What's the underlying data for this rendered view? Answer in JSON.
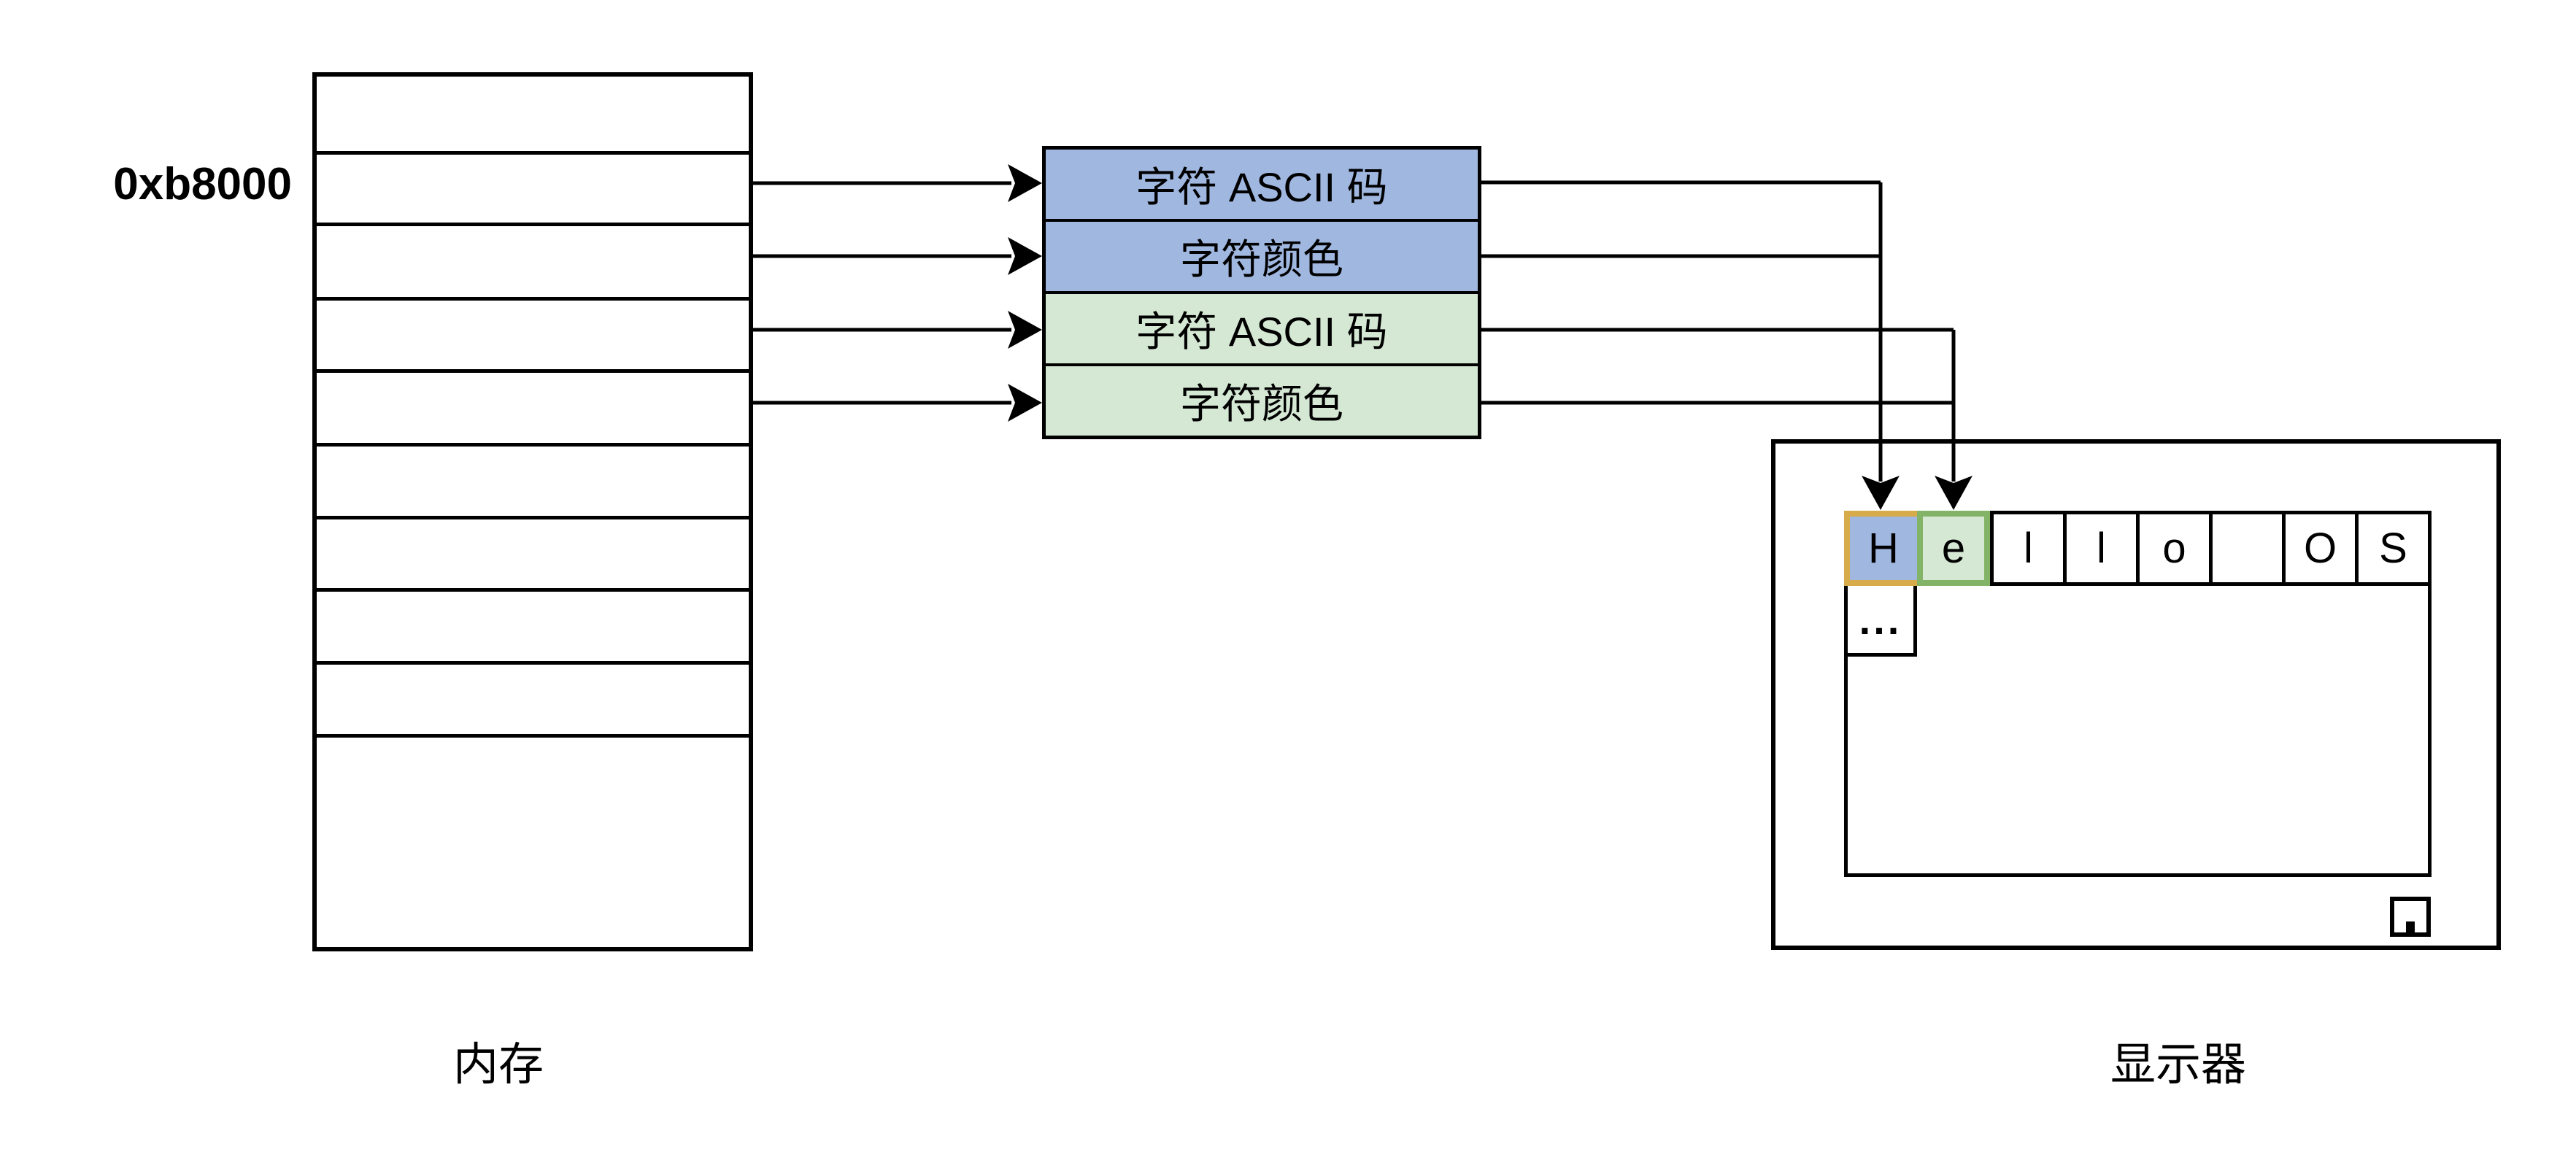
{
  "colors": {
    "blue": "#a0b7e0",
    "green": "#d5e8d4",
    "gold": "#d8ab4a",
    "green_border": "#82b366",
    "line": "#000000"
  },
  "memory": {
    "address_label": "0xb8000",
    "caption": "内存",
    "row_count": 10
  },
  "vram": {
    "rows": [
      {
        "label": "字符 ASCII 码",
        "color": "blue"
      },
      {
        "label": "字符颜色",
        "color": "blue"
      },
      {
        "label": "字符 ASCII 码",
        "color": "green"
      },
      {
        "label": "字符颜色",
        "color": "green"
      }
    ]
  },
  "display": {
    "caption": "显示器",
    "cells": [
      "H",
      "e",
      "l",
      "l",
      "o",
      "",
      "O",
      "S"
    ],
    "overflow_cell": "..."
  }
}
